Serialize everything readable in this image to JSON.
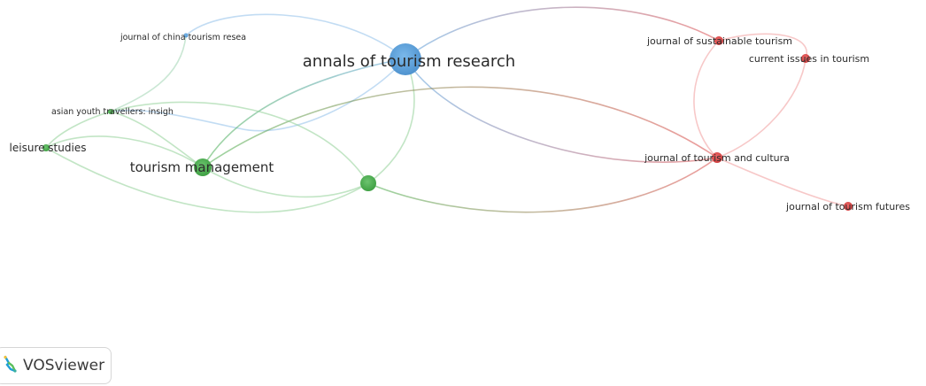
{
  "diagram": {
    "nodes": [
      {
        "id": "annals",
        "label": "annals of tourism research",
        "cluster": "blue",
        "size": "xl"
      },
      {
        "id": "tm",
        "label": "tourism management",
        "cluster": "green",
        "size": "l"
      },
      {
        "id": "green3",
        "label": "",
        "cluster": "green",
        "size": "m"
      },
      {
        "id": "leisure",
        "label": "leisure studies",
        "cluster": "green",
        "size": "s"
      },
      {
        "id": "asian",
        "label": "asian youth travellers: insigh",
        "cluster": "green",
        "size": "xs"
      },
      {
        "id": "china",
        "label": "journal of china tourism resea",
        "cluster": "blue",
        "size": "xs"
      },
      {
        "id": "jst",
        "label": "journal of sustainable tourism",
        "cluster": "red",
        "size": "s"
      },
      {
        "id": "cit",
        "label": "current issues in tourism",
        "cluster": "red",
        "size": "s"
      },
      {
        "id": "jtc",
        "label": "journal of tourism and cultura",
        "cluster": "red",
        "size": "s"
      },
      {
        "id": "jtf",
        "label": "journal of tourism futures",
        "cluster": "red",
        "size": "s"
      }
    ],
    "edges": [
      [
        "annals",
        "tm"
      ],
      [
        "annals",
        "green3"
      ],
      [
        "annals",
        "asian"
      ],
      [
        "annals",
        "china"
      ],
      [
        "annals",
        "jst"
      ],
      [
        "annals",
        "jtc"
      ],
      [
        "tm",
        "leisure"
      ],
      [
        "tm",
        "asian"
      ],
      [
        "tm",
        "green3"
      ],
      [
        "tm",
        "jtc"
      ],
      [
        "green3",
        "leisure"
      ],
      [
        "green3",
        "asian"
      ],
      [
        "green3",
        "jtc"
      ],
      [
        "asian",
        "china"
      ],
      [
        "asian",
        "leisure"
      ],
      [
        "jst",
        "cit"
      ],
      [
        "jst",
        "jtc"
      ],
      [
        "cit",
        "jtc"
      ],
      [
        "jtc",
        "jtf"
      ]
    ]
  },
  "colors": {
    "blue": "#5aa0db",
    "green": "#4cb050",
    "red": "#dd4b4b"
  },
  "brand": {
    "name": "VOSviewer",
    "icon": "vosviewer-logo-icon"
  }
}
